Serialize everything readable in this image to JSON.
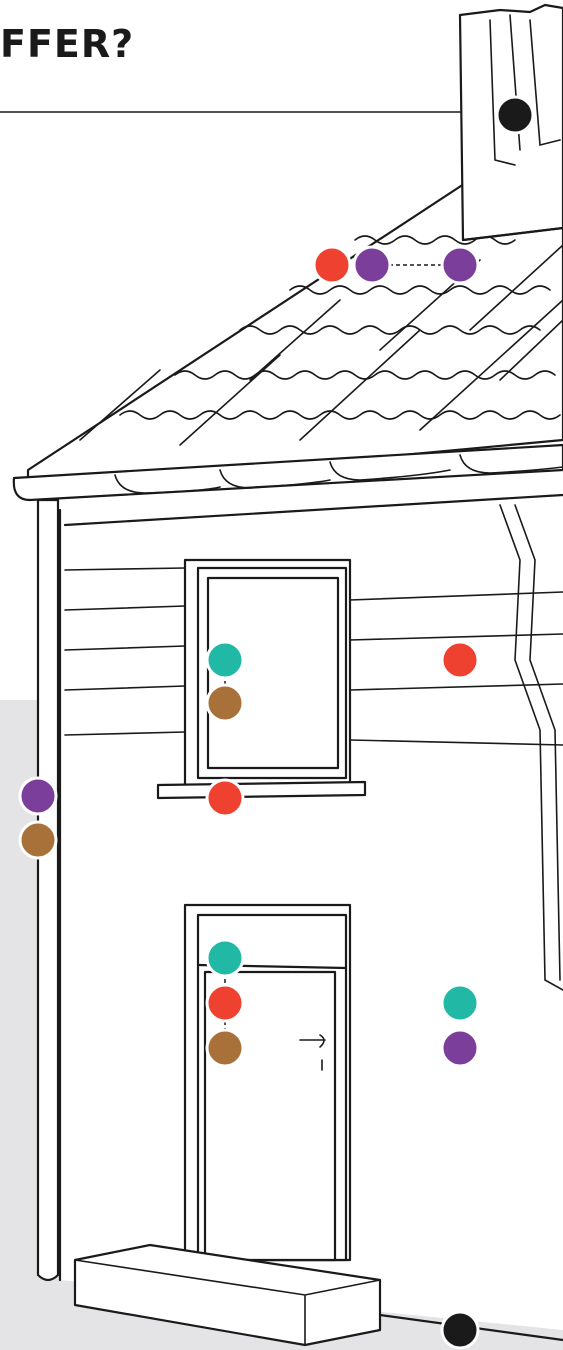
{
  "heading": "FFER?",
  "colors": {
    "red": "#ee4130",
    "purple": "#7b3f9b",
    "teal": "#21b8a6",
    "brown": "#a8713a",
    "black": "#1a1a1a",
    "ground_shade": "#e4e4e6"
  },
  "markers": [
    {
      "name": "chimney-marker",
      "color": "black"
    },
    {
      "name": "roof-marker-1",
      "color": "red"
    },
    {
      "name": "roof-marker-2",
      "color": "purple"
    },
    {
      "name": "roof-marker-3",
      "color": "purple"
    },
    {
      "name": "window-marker-1",
      "color": "teal"
    },
    {
      "name": "window-marker-2",
      "color": "brown"
    },
    {
      "name": "wall-marker-upper",
      "color": "red"
    },
    {
      "name": "sill-marker",
      "color": "red"
    },
    {
      "name": "downpipe-marker-1",
      "color": "purple"
    },
    {
      "name": "downpipe-marker-2",
      "color": "brown"
    },
    {
      "name": "door-marker-1",
      "color": "teal"
    },
    {
      "name": "door-marker-2",
      "color": "red"
    },
    {
      "name": "door-marker-3",
      "color": "brown"
    },
    {
      "name": "wall-marker-lower-1",
      "color": "teal"
    },
    {
      "name": "wall-marker-lower-2",
      "color": "purple"
    },
    {
      "name": "ground-marker",
      "color": "black"
    }
  ]
}
